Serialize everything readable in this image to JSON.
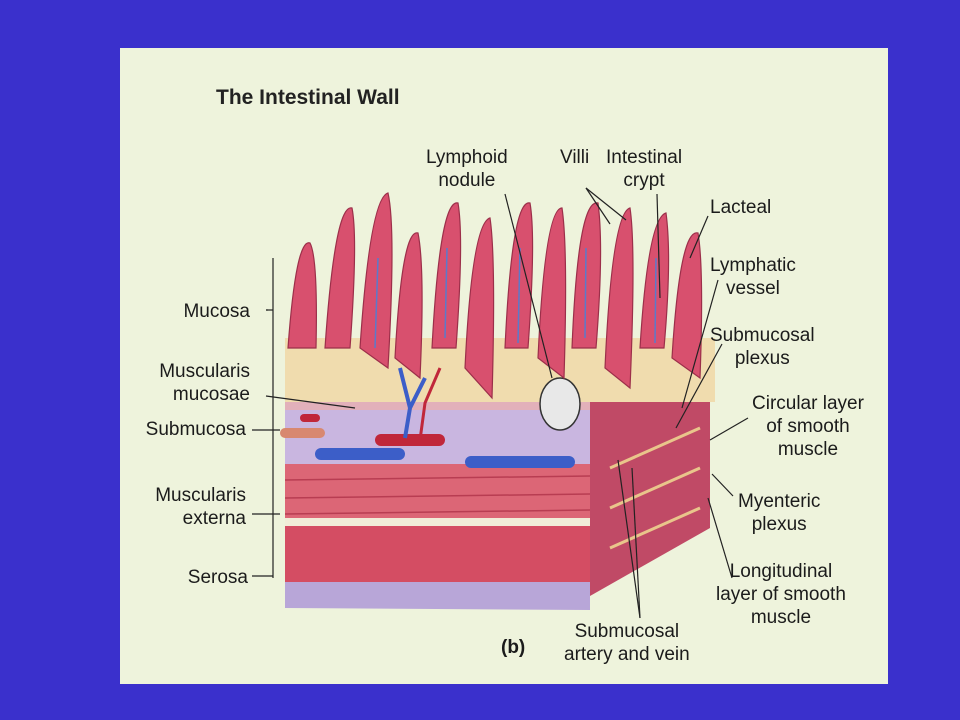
{
  "title": "The Intestinal Wall",
  "panel_label": "(b)",
  "labels": {
    "lymphoid_nodule": "Lymphoid\nnodule",
    "villi": "Villi",
    "intestinal_crypt": "Intestinal\ncrypt",
    "lacteal": "Lacteal",
    "lymphatic_vessel": "Lymphatic\nvessel",
    "submucosal_plexus": "Submucosal\nplexus",
    "circular_layer": "Circular layer\nof smooth\nmuscle",
    "myenteric_plexus": "Myenteric\nplexus",
    "longitudinal_layer": "Longitudinal\nlayer of smooth\nmuscle",
    "submucosal_artery_vein": "Submucosal\nartery and vein",
    "mucosa": "Mucosa",
    "muscularis_mucosae": "Muscularis\nmucosae",
    "submucosa": "Submucosa",
    "muscularis_externa": "Muscularis\nexterna",
    "serosa": "Serosa"
  },
  "colors": {
    "slide_background": "#3a30cc",
    "figure_background": "#eef3dc",
    "villus": "#d8506e",
    "lamina_propria": "#f0dcae",
    "submucosa": "#c9b6e0",
    "muscle": "#d85a6c",
    "vein": "#3c5ec8",
    "artery": "#c0273a"
  }
}
